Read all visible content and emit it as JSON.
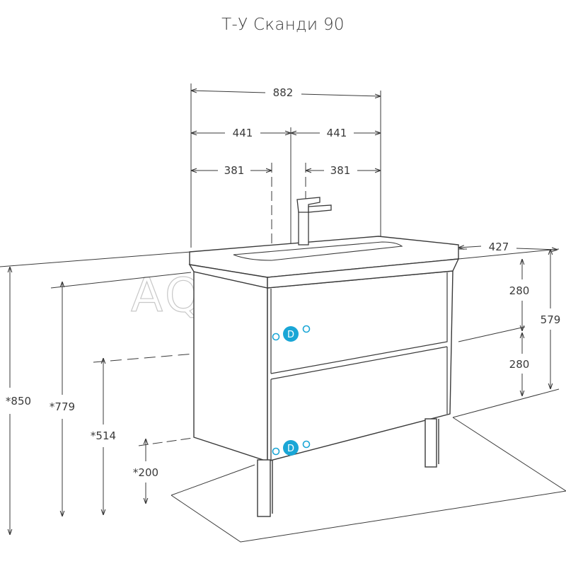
{
  "title": "Т-У Сканди 90",
  "watermark": "AQUATON",
  "dimensions": {
    "total_width": "882",
    "half_left": "441",
    "half_right": "441",
    "inner_left": "381",
    "inner_right": "381",
    "depth": "427",
    "drawer_top_height": "280",
    "drawer_bottom_height": "280",
    "cabinet_height": "579",
    "total_height": "*850",
    "basin_height": "*779",
    "cabinet_bottom_height": "*514",
    "legs_height": "*200"
  },
  "handle_letter": "D",
  "colors": {
    "line": "#3a3a3a",
    "handle": "#1aa6d6",
    "watermark": "#c8c8c8"
  }
}
